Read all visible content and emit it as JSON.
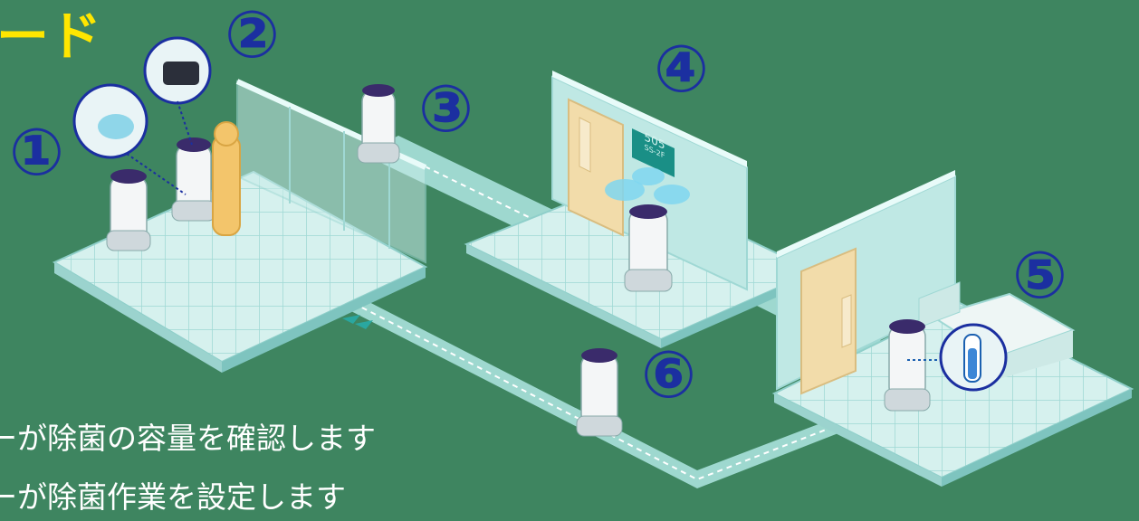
{
  "title": "ード",
  "steps": [
    "①",
    "②",
    "③",
    "④",
    "⑤",
    "⑥"
  ],
  "room_sign": {
    "number": "505",
    "sub": "SS-2F"
  },
  "captions": [
    "ーが除菌の容量を確認します",
    "ーが除菌作業を設定します"
  ],
  "colors": {
    "background": "#3e8560",
    "floor": "#d5f0ee",
    "wall": "#b9e6e3",
    "title": "#ffe600",
    "step_number": "#1b2fa0"
  }
}
